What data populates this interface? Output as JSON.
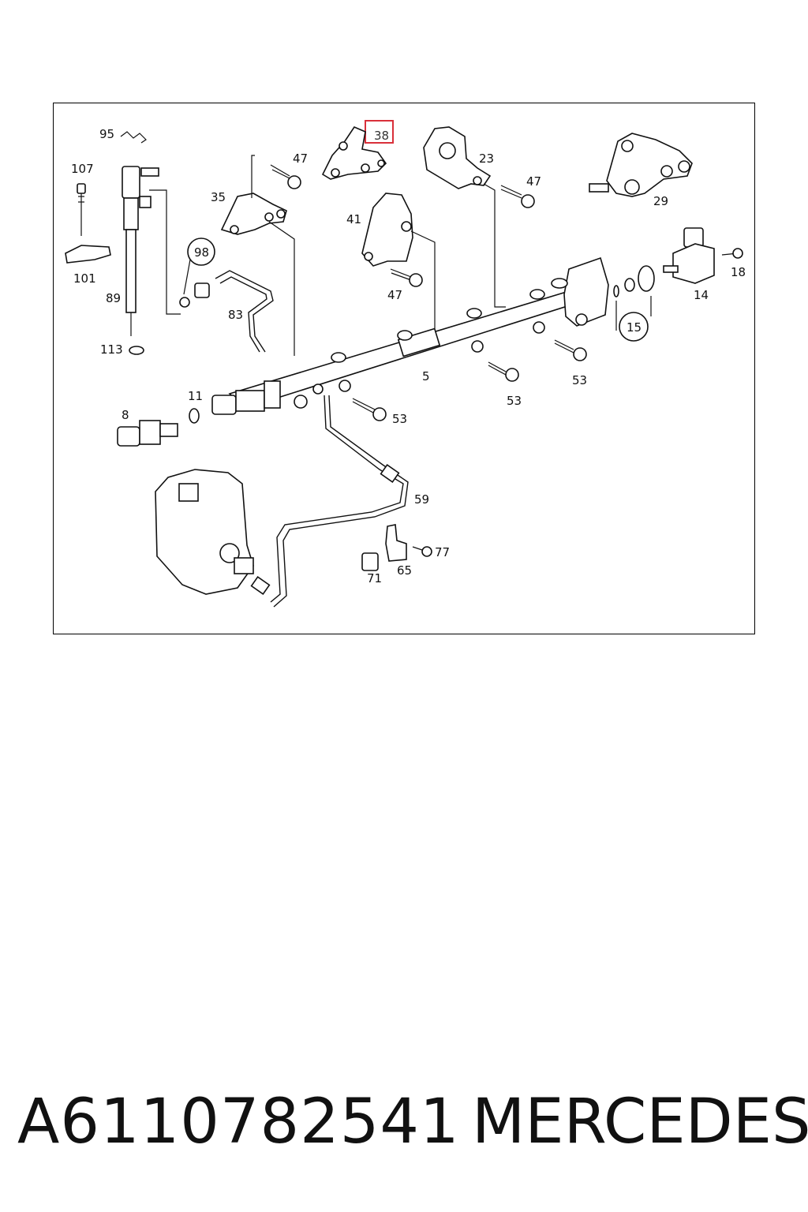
{
  "diagram": {
    "highlighted_label": "38",
    "highlight_color": "#d9303a",
    "labels": {
      "l95": "95",
      "l107": "107",
      "l101": "101",
      "l89": "89",
      "l113": "113",
      "l47a": "47",
      "l35": "35",
      "l98": "98",
      "l83": "83",
      "l41": "41",
      "l47b": "47",
      "l23": "23",
      "l47c": "47",
      "l29": "29",
      "l18": "18",
      "l14": "14",
      "l15": "15",
      "l5": "5",
      "l53a": "53",
      "l53b": "53",
      "l53c": "53",
      "l11": "11",
      "l8": "8",
      "l59": "59",
      "l77": "77",
      "l65": "65",
      "l71": "71"
    }
  },
  "footer": {
    "part_number": "A6110782541",
    "brand": "MERCEDES"
  }
}
